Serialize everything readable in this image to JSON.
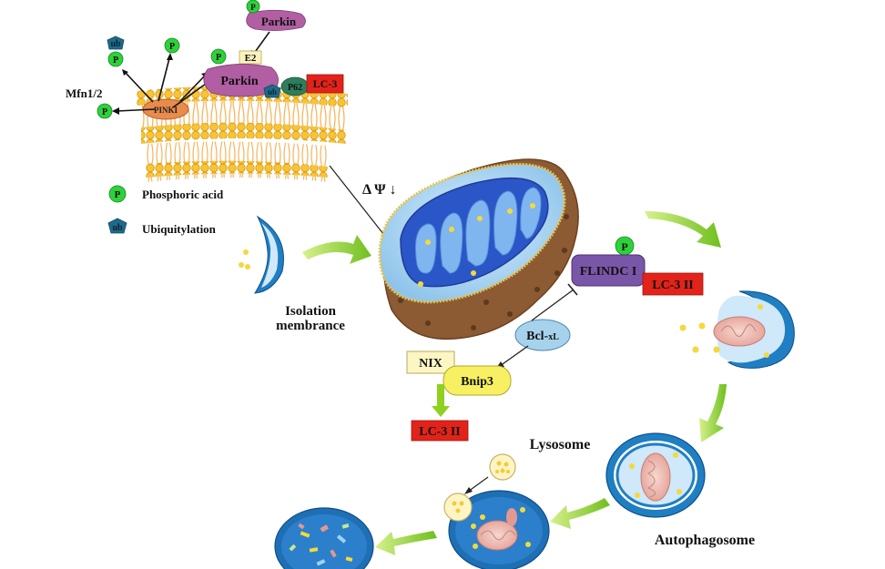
{
  "pathway": {
    "phospho_symbol": "P",
    "ubiquitin_symbol": "ub",
    "mfn": "Mfn1/2",
    "pink1": "PINKI",
    "parkin_top": "Parkin",
    "e2": "E2",
    "parkin_main": "Parkin",
    "p62": "P62",
    "lc3": "LC-3"
  },
  "legend": {
    "phosphoric_acid": "Phosphoric acid",
    "ubiquitylation": "Ubiquitylation"
  },
  "membrane_potential": "Δ Ψ ↓",
  "isolation_membrane": [
    "Isolation",
    "membrance"
  ],
  "receptors": {
    "flindc": "FLINDC I",
    "lc3_ii_right": "LC-3 II",
    "bcl_main": "Bcl-",
    "bcl_sub": "xL",
    "nix": "NIX",
    "bnip3": "Bnip3",
    "lc3_ii_bottom": "LC-3 II"
  },
  "stages": {
    "lysosome": "Lysosome",
    "autophagosome": "Autophagosome"
  },
  "colors": {
    "phospho": "#2fd13b",
    "ubiquitin": "#1f6a8a",
    "parkin": "#b15ea3",
    "pink1": "#e98b4c",
    "lc3": "#e2231a",
    "flindc": "#7a56a8",
    "bnip3": "#f7f062",
    "bcl": "#a7d2ec",
    "nix": "#fbf6c4",
    "arrow_green": "#8fd11f",
    "mito_outer": "#8c5a33",
    "mito_inner": "#2b56c8",
    "lipid_head": "#f6be2a",
    "lysosome_blue": "#1f7fc2"
  }
}
